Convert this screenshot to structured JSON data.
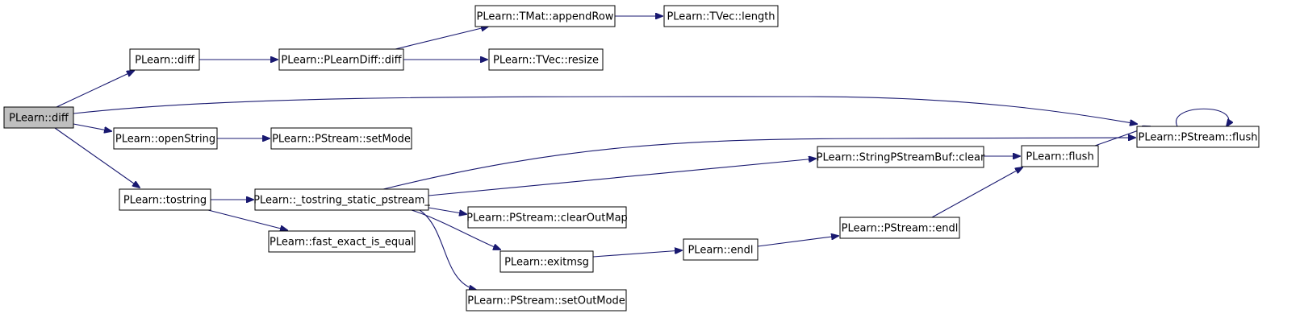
{
  "graph": {
    "colors": {
      "node_fill": "#ffffff",
      "root_fill": "#bfbfbf",
      "node_border": "#000000",
      "edge": "#191970"
    },
    "nodes": [
      {
        "id": "root",
        "label": "PLearn::diff",
        "root": true
      },
      {
        "id": "diff2",
        "label": "PLearn::diff"
      },
      {
        "id": "pldiff",
        "label": "PLearn::PLearnDiff::diff"
      },
      {
        "id": "appendrow",
        "label": "PLearn::TMat::appendRow"
      },
      {
        "id": "tveclength",
        "label": "PLearn::TVec::length"
      },
      {
        "id": "tvecresize",
        "label": "PLearn::TVec::resize"
      },
      {
        "id": "openstring",
        "label": "PLearn::openString"
      },
      {
        "id": "setmode",
        "label": "PLearn::PStream::setMode"
      },
      {
        "id": "tostring",
        "label": "PLearn::tostring"
      },
      {
        "id": "tostringstatic",
        "label": "PLearn::_tostring_static_pstream_"
      },
      {
        "id": "fastexact",
        "label": "PLearn::fast_exact_is_equal"
      },
      {
        "id": "clearoutmap",
        "label": "PLearn::PStream::clearOutMap"
      },
      {
        "id": "exitmsg",
        "label": "PLearn::exitmsg"
      },
      {
        "id": "setoutmode",
        "label": "PLearn::PStream::setOutMode"
      },
      {
        "id": "spbclear",
        "label": "PLearn::StringPStreamBuf::clear"
      },
      {
        "id": "endl",
        "label": "PLearn::endl"
      },
      {
        "id": "psendl",
        "label": "PLearn::PStream::endl"
      },
      {
        "id": "flushfn",
        "label": "PLearn::flush"
      },
      {
        "id": "psflush",
        "label": "PLearn::PStream::flush"
      }
    ],
    "edges": [
      [
        "root",
        "diff2"
      ],
      [
        "root",
        "psflush"
      ],
      [
        "root",
        "openstring"
      ],
      [
        "root",
        "tostring"
      ],
      [
        "diff2",
        "pldiff"
      ],
      [
        "pldiff",
        "appendrow"
      ],
      [
        "pldiff",
        "tvecresize"
      ],
      [
        "appendrow",
        "tveclength"
      ],
      [
        "openstring",
        "setmode"
      ],
      [
        "tostring",
        "tostringstatic"
      ],
      [
        "tostring",
        "fastexact"
      ],
      [
        "tostringstatic",
        "psflush"
      ],
      [
        "tostringstatic",
        "spbclear"
      ],
      [
        "tostringstatic",
        "clearoutmap"
      ],
      [
        "tostringstatic",
        "exitmsg"
      ],
      [
        "tostringstatic",
        "setoutmode"
      ],
      [
        "spbclear",
        "flushfn"
      ],
      [
        "flushfn",
        "psflush"
      ],
      [
        "exitmsg",
        "endl"
      ],
      [
        "endl",
        "psendl"
      ],
      [
        "psendl",
        "flushfn"
      ],
      [
        "psflush",
        "psflush"
      ]
    ]
  }
}
